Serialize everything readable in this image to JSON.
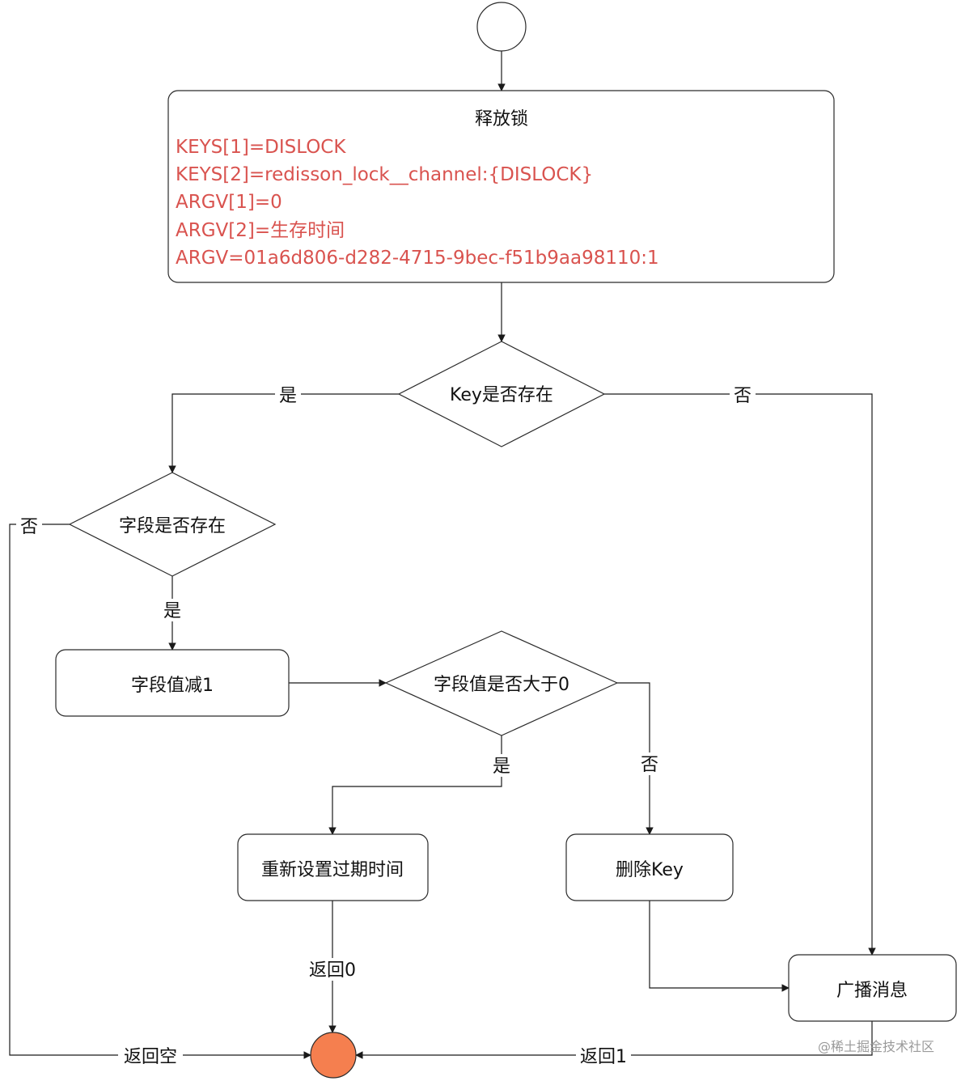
{
  "colors": {
    "code_text": "#d9534f",
    "end_node": "#f57f4f",
    "line": "#1a1a1a",
    "watermark": "#9a9a9a"
  },
  "nodes": {
    "release_lock": {
      "title": "释放锁",
      "lines": [
        "KEYS[1]=DISLOCK",
        "KEYS[2]=redisson_lock__channel:{DISLOCK}",
        "ARGV[1]=0",
        "ARGV[2]=生存时间",
        "ARGV=01a6d806-d282-4715-9bec-f51b9aa98110:1"
      ]
    },
    "key_exists": "Key是否存在",
    "field_exists": "字段是否存在",
    "field_decrement": "字段值减1",
    "field_gt_zero": "字段值是否大于0",
    "reset_expire": "重新设置过期时间",
    "delete_key": "删除Key",
    "broadcast": "广播消息"
  },
  "edges": {
    "key_yes": "是",
    "key_no": "否",
    "field_no": "否",
    "field_yes": "是",
    "gt_yes": "是",
    "gt_no": "否",
    "return_zero": "返回0",
    "return_null": "返回空",
    "return_one": "返回1"
  },
  "watermark": "@稀土掘金技术社区"
}
